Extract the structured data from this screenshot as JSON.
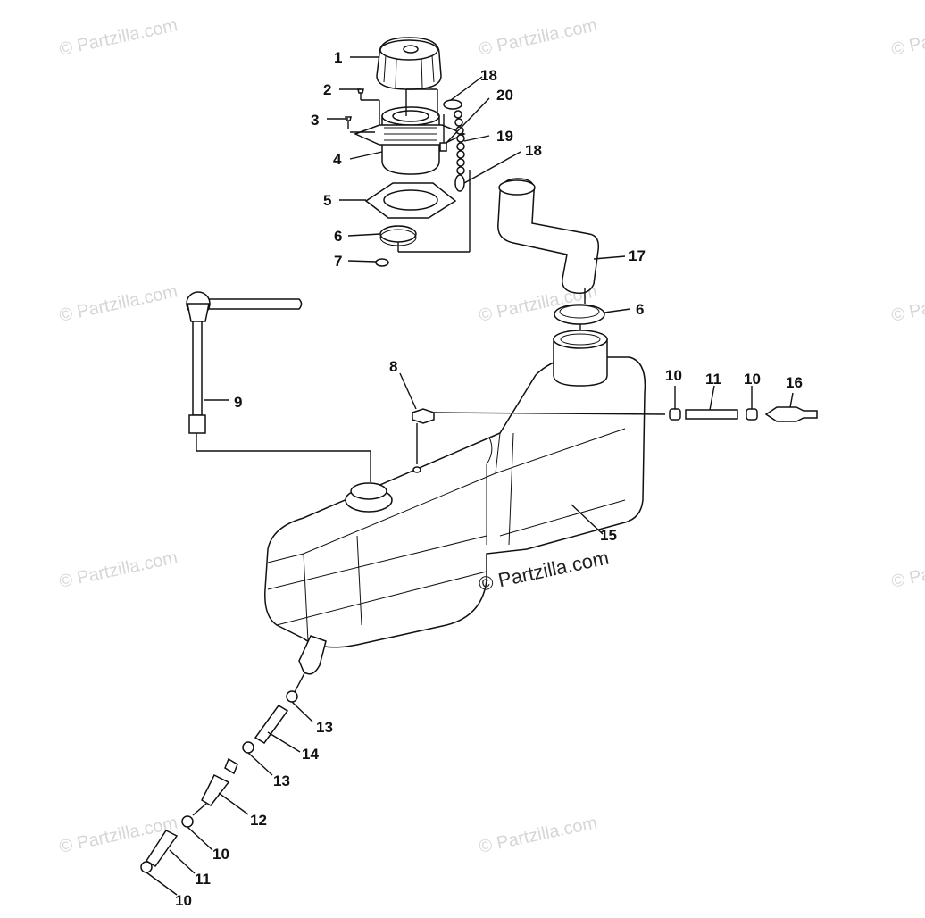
{
  "watermarks": {
    "text": "© Partzilla.com",
    "main_text": "© Partzilla.com"
  },
  "callouts": {
    "c1": "1",
    "c2": "2",
    "c3": "3",
    "c4": "4",
    "c5": "5",
    "c6a": "6",
    "c7": "7",
    "c18a": "18",
    "c20": "20",
    "c19": "19",
    "c18b": "18",
    "c17": "17",
    "c6b": "6",
    "c9": "9",
    "c8": "8",
    "c10a": "10",
    "c11a": "11",
    "c10b": "10",
    "c16": "16",
    "c15": "15",
    "c13a": "13",
    "c14": "14",
    "c13b": "13",
    "c12": "12",
    "c10c": "10",
    "c11b": "11",
    "c10d": "10"
  }
}
